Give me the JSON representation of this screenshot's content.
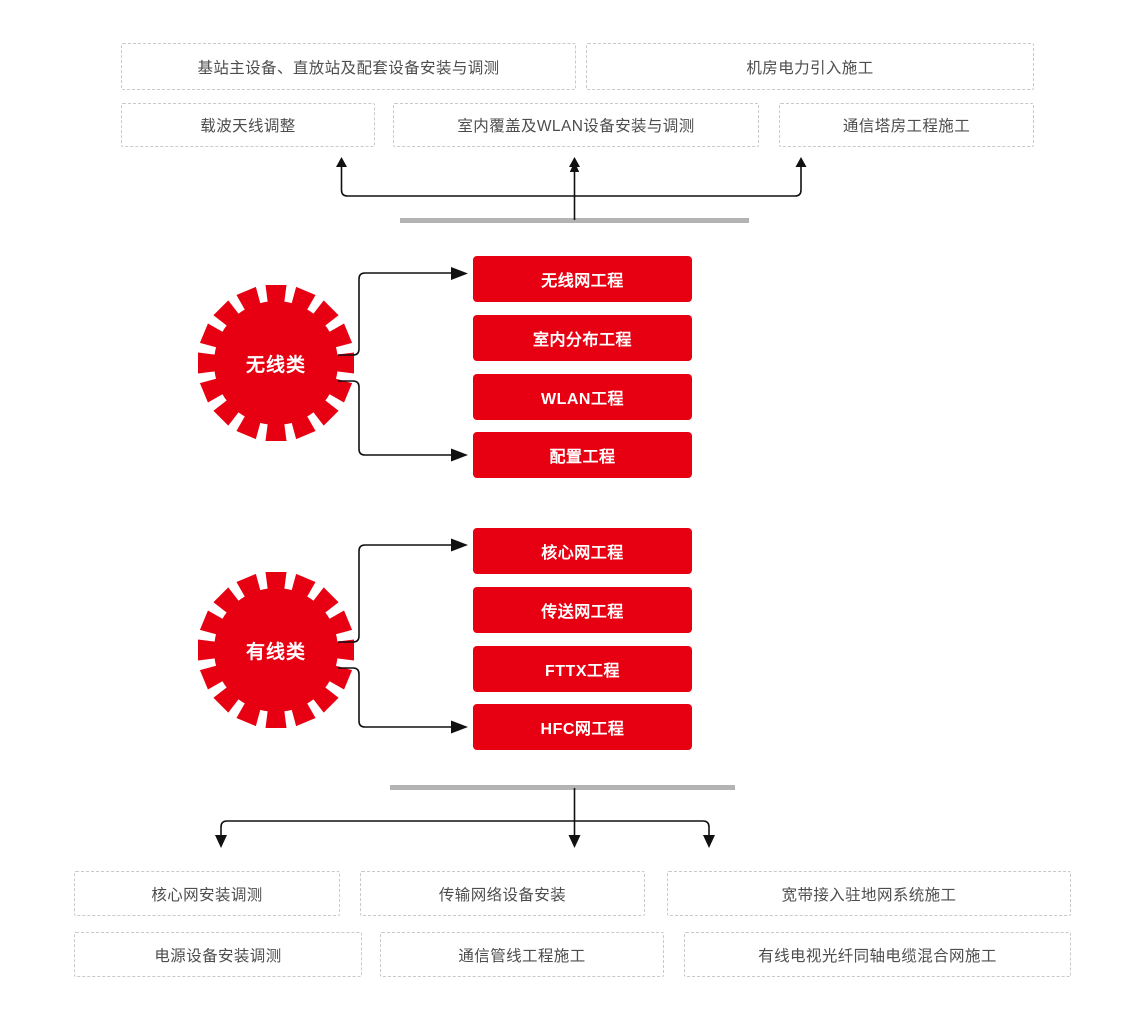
{
  "colors": {
    "red": "#E60012",
    "dash_border": "#c9c9c9",
    "grey_bar": "#b3b3b3",
    "wire": "#1a1a1a",
    "dash_text": "#4d4d4d",
    "red_box_text": "#ffffff"
  },
  "top_outputs": {
    "row1": [
      {
        "label": "基站主设备、直放站及配套设备安装与调测"
      },
      {
        "label": "机房电力引入施工"
      }
    ],
    "row2": [
      {
        "label": "载波天线调整"
      },
      {
        "label": "室内覆盖及WLAN设备安装与调测"
      },
      {
        "label": "通信塔房工程施工"
      }
    ]
  },
  "categories": [
    {
      "hub_label": "无线类",
      "hub_icon": "gear-icon",
      "items": [
        {
          "label": "无线网工程"
        },
        {
          "label": "室内分布工程"
        },
        {
          "label": "WLAN工程"
        },
        {
          "label": "配置工程"
        }
      ]
    },
    {
      "hub_label": "有线类",
      "hub_icon": "gear-icon",
      "items": [
        {
          "label": "核心网工程"
        },
        {
          "label": "传送网工程"
        },
        {
          "label": "FTTX工程"
        },
        {
          "label": "HFC网工程"
        }
      ]
    }
  ],
  "bottom_outputs": {
    "row1": [
      {
        "label": "核心网安装调测"
      },
      {
        "label": "传输网络设备安装"
      },
      {
        "label": "宽带接入驻地网系统施工"
      }
    ],
    "row2": [
      {
        "label": "电源设备安装调测"
      },
      {
        "label": "通信管线工程施工"
      },
      {
        "label": "有线电视光纤同轴电缆混合网施工"
      }
    ]
  }
}
